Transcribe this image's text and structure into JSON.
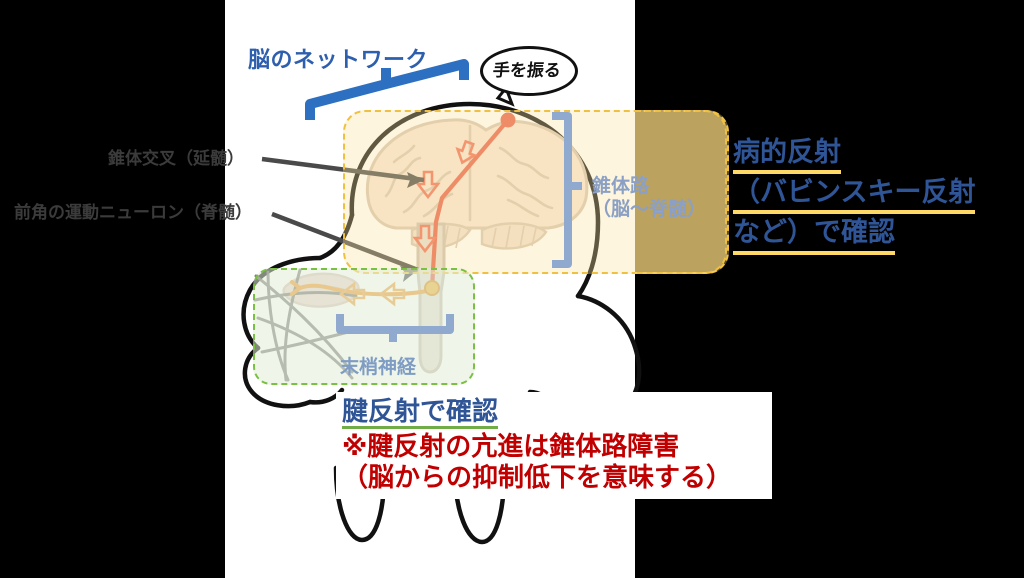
{
  "figure": {
    "title_context": "motor pathway diagram",
    "canvas_bg": "#ffffff",
    "outer_bg": "#000000"
  },
  "labels": {
    "brain_network": "脳のネットワーク",
    "pyramidal_tract": "錐体路",
    "pyramidal_tract_sub": "（脳〜脊髄）",
    "peripheral_nerve": "末梢神経",
    "decussation": "錐体交叉（延髄）",
    "anterior_horn": "前角の運動ニューロン（脊髄）"
  },
  "speech_bubble": {
    "text": "手を振る"
  },
  "right_callout": {
    "line1": "病的反射",
    "line2": "（バビンスキー反射",
    "line3": "など）で確認",
    "color": "#2f5596",
    "underline_color": "#ffd966"
  },
  "bottom_callout": {
    "heading": "腱反射で確認",
    "heading_color": "#2f5596",
    "heading_underline_color": "#70ad47",
    "note_line1": "※腱反射の亢進は錐体路障害",
    "note_line2": "（脳からの抑制低下を意味する）",
    "note_color": "#c00000"
  },
  "regions": {
    "pyramidal_box_border": "#f0c040",
    "pyramidal_box_fill": "#fae29c",
    "peripheral_box_border": "#79c043",
    "peripheral_box_fill": "#e1eed7",
    "bracket_color": "#8fa9cf",
    "network_bracket_color": "#2d6fc0",
    "tract_line_color": "#e8604c",
    "arrow_color_red": "#f0705a",
    "arrow_color_orange": "#f0a24a",
    "nerve_color": "#ef9a33",
    "pointer_color": "#4a4a4a"
  },
  "icons": {
    "down_arrow": "down-arrow-icon",
    "left_arrow": "left-arrow-icon",
    "pointer_arrow": "pointer-arrow-icon"
  }
}
